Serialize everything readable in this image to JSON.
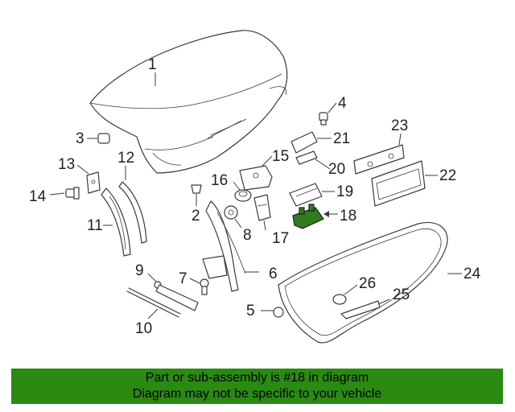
{
  "diagram": {
    "highlight_color": "#2e7d1f",
    "callouts": {
      "c1": "1",
      "c2": "2",
      "c3": "3",
      "c4": "4",
      "c5": "5",
      "c6": "6",
      "c7": "7",
      "c8": "8",
      "c9": "9",
      "c10": "10",
      "c11": "11",
      "c12": "12",
      "c13": "13",
      "c14": "14",
      "c15": "15",
      "c16": "16",
      "c17": "17",
      "c18": "18",
      "c19": "19",
      "c20": "20",
      "c21": "21",
      "c22": "22",
      "c23": "23",
      "c24": "24",
      "c25": "25",
      "c26": "26"
    }
  },
  "banner": {
    "background": "#2a8a12",
    "line1": "Part or sub-assembly is #18 in diagram",
    "line2": "Diagram may not be specific to your vehicle"
  }
}
